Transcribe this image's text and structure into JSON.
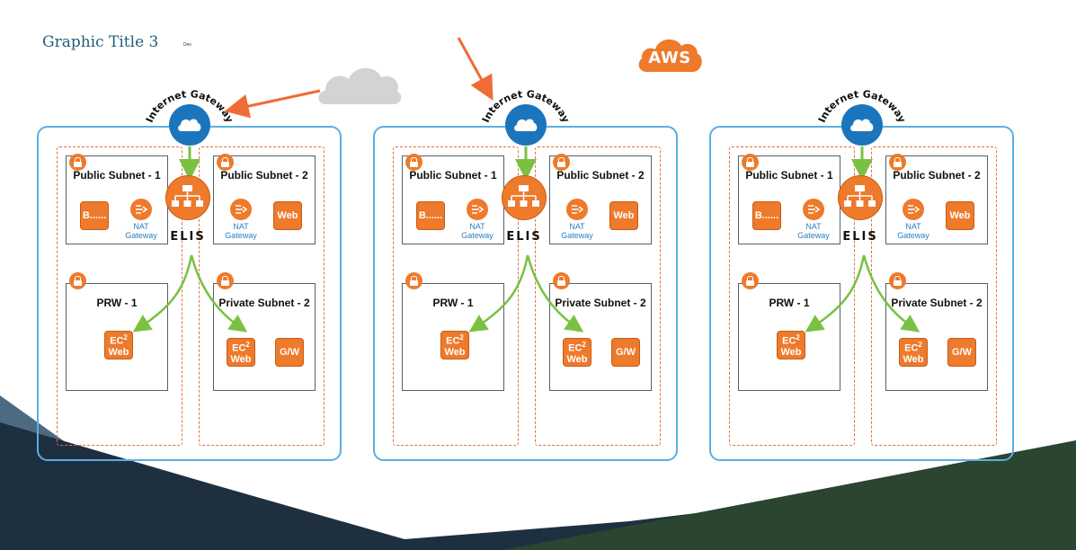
{
  "title": "Graphic Title 3",
  "subtitle": "Dev",
  "cloud_logo": "AWS",
  "regions": [
    {
      "gateway": "Internet Gateway",
      "load_balancer": "ELIS",
      "subnets": [
        {
          "name": "Public Subnet - 1",
          "items": [
            "B......",
            "NAT Gateway"
          ]
        },
        {
          "name": "Public Subnet - 2",
          "items": [
            "NAT Gateway",
            "Web"
          ]
        },
        {
          "name": "PRW - 1",
          "items": [
            "EC2 Web"
          ]
        },
        {
          "name": "Private Subnet - 2",
          "items": [
            "EC2 Web",
            "G/W"
          ]
        }
      ]
    },
    {
      "gateway": "Internet Gateway",
      "load_balancer": "ELIS",
      "subnets": [
        {
          "name": "Public Subnet - 1",
          "items": [
            "B......",
            "NAT Gateway"
          ]
        },
        {
          "name": "Public Subnet - 2",
          "items": [
            "NAT Gateway",
            "Web"
          ]
        },
        {
          "name": "PRW - 1",
          "items": [
            "EC2 Web"
          ]
        },
        {
          "name": "Private Subnet - 2",
          "items": [
            "EC2 Web",
            "G/W"
          ]
        }
      ]
    },
    {
      "gateway": "Internet Gateway",
      "load_balancer": "ELIS",
      "subnets": [
        {
          "name": "Public Subnet - 1",
          "items": [
            "B......",
            "NAT Gateway"
          ]
        },
        {
          "name": "Public Subnet - 2",
          "items": [
            "NAT Gateway",
            "Web"
          ]
        },
        {
          "name": "PRW - 1",
          "items": [
            "EC2 Web"
          ]
        },
        {
          "name": "Private Subnet - 2",
          "items": [
            "EC2 Web",
            "G/W"
          ]
        }
      ]
    }
  ],
  "labels": {
    "nat": "NAT",
    "gateway": "Gateway",
    "ec2": "EC",
    "ec2_sup": "2",
    "web": "Web",
    "gw": "G/W",
    "b": "B......"
  },
  "icons": [
    "aws-cloud-logo",
    "cloud-icon",
    "internet-gateway-icon",
    "load-balancer-icon",
    "nat-gateway-icon",
    "lock-icon",
    "arrow-icon"
  ],
  "colors": {
    "aws_orange": "#ee7a2c",
    "vpc_blue": "#5aaee4",
    "gateway_blue": "#1b75bc",
    "arrow_orange": "#f06b35",
    "arrow_green": "#7ac143",
    "title_teal": "#1f5f7a",
    "bg_dark_blue": "#1e2f40",
    "bg_dark_green": "#2b4530"
  }
}
